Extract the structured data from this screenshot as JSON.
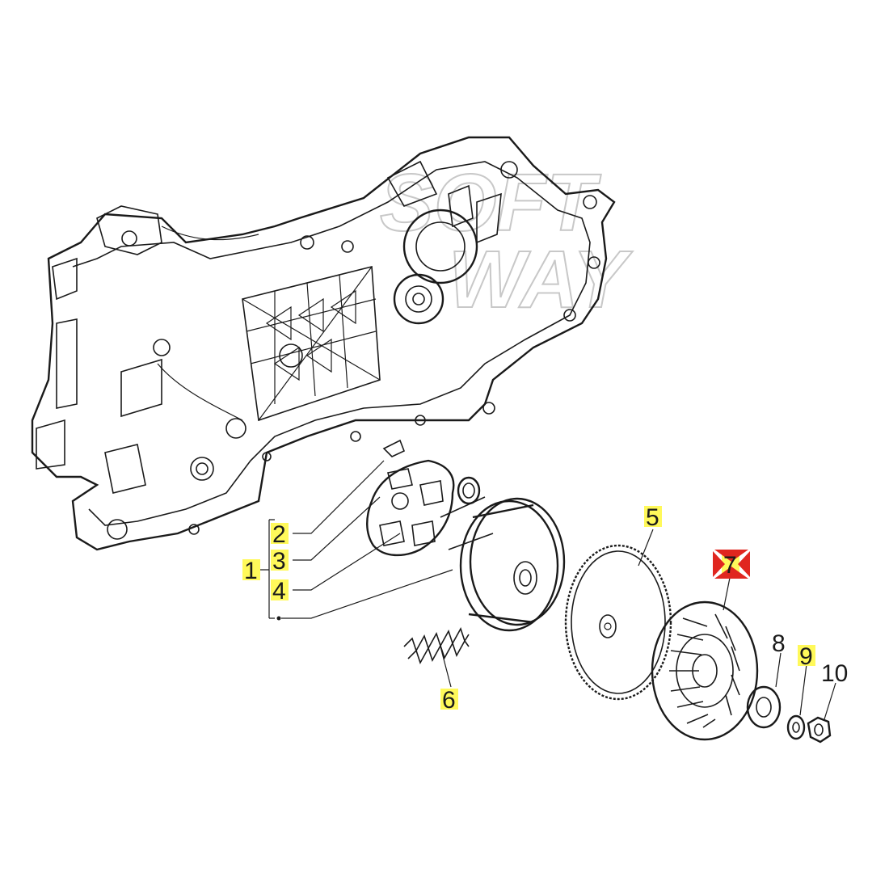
{
  "watermark": {
    "line1": "SOFT",
    "line2": "WAY"
  },
  "callouts": [
    {
      "id": "1",
      "text": "1",
      "highlighted": true
    },
    {
      "id": "2",
      "text": "2",
      "highlighted": true
    },
    {
      "id": "3",
      "text": "3",
      "highlighted": true
    },
    {
      "id": "4",
      "text": "4",
      "highlighted": true
    },
    {
      "id": "5",
      "text": "5",
      "highlighted": true
    },
    {
      "id": "6",
      "text": "6",
      "highlighted": true
    },
    {
      "id": "7",
      "text": "7",
      "highlighted": true,
      "marker": "red-arrow-marker"
    },
    {
      "id": "8",
      "text": "8",
      "highlighted": false
    },
    {
      "id": "9",
      "text": "9",
      "highlighted": true
    },
    {
      "id": "10",
      "text": "10",
      "highlighted": false
    }
  ],
  "colors": {
    "ink": "#1a1a1a",
    "highlight": "#fff95a",
    "marker": "#e0261f",
    "watermark": "#c8c8c8",
    "background": "#ffffff"
  }
}
